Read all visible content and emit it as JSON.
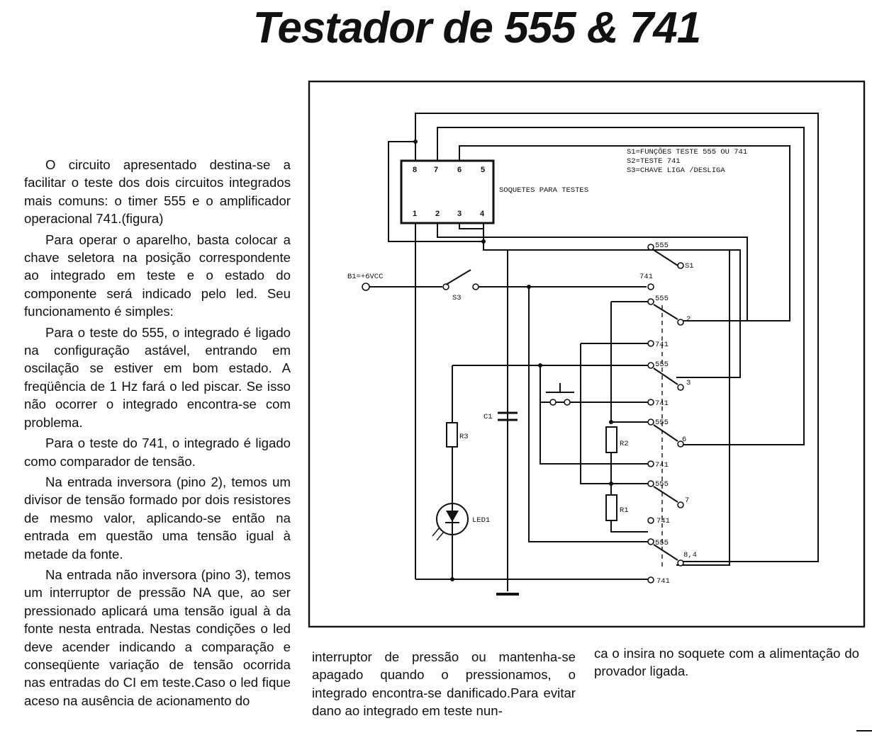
{
  "title": "Testador de 555 & 741",
  "body": {
    "col1": [
      "O circuito apresentado destina-se a facilitar o teste dos dois circuitos integrados mais comuns: o timer 555 e o amplificador operacional 741.(figura)",
      "Para operar o aparelho, basta colocar a chave seletora na posição correspondente ao integrado em teste e o estado do componente será indicado pelo led. Seu funcionamento é simples:",
      "Para o teste do 555, o integrado é ligado na configuração astável, entrando em oscilação se estiver em bom estado. A freqüência de 1 Hz fará o led piscar. Se isso não ocorrer o integrado encontra-se com problema.",
      "Para o teste do 741, o integrado é ligado como comparador de tensão.",
      "Na entrada inversora (pino 2), temos um divisor de tensão formado por dois resistores de mesmo valor, aplicando-se então na entrada em questão uma tensão igual à metade da fonte.",
      "Na entrada não inversora (pino 3), temos um interruptor de pressão NA que, ao ser pressionado aplicará uma tensão igual à da fonte nesta entrada. Nestas condições o led deve acender indicando a comparação e conseqüente variação de tensão ocorrida nas entradas do CI em teste.Caso o led fique aceso na ausência de acionamento do"
    ],
    "col2": "interruptor de pressão ou mantenha-se apagado quando o pressionamos, o integrado encontra-se danificado.Para evitar dano ao integrado em teste nun-",
    "col3": "ca o insira no soquete com a alimentação do provador ligada."
  },
  "schematic": {
    "legend": [
      "S1=FUNÇÕES TESTE 555 OU 741",
      "S2=TESTE 741",
      "S3=CHAVE LIGA /DESLIGA"
    ],
    "socket_label": "SOQUETES PARA TESTES",
    "socket_top_pins": [
      "8",
      "7",
      "6",
      "5"
    ],
    "socket_bottom_pins": [
      "1",
      "2",
      "3",
      "4"
    ],
    "battery_label": "B1=+6VCC",
    "s3_label": "S3",
    "s1_label": "S1",
    "c1_label": "C1",
    "r1_label": "R1",
    "r2_label": "R2",
    "r3_label": "R3",
    "led_label": "LED1",
    "pos_555": "555",
    "pos_741": "741",
    "poles": [
      "2",
      "3",
      "6",
      "7",
      "8,4"
    ]
  }
}
